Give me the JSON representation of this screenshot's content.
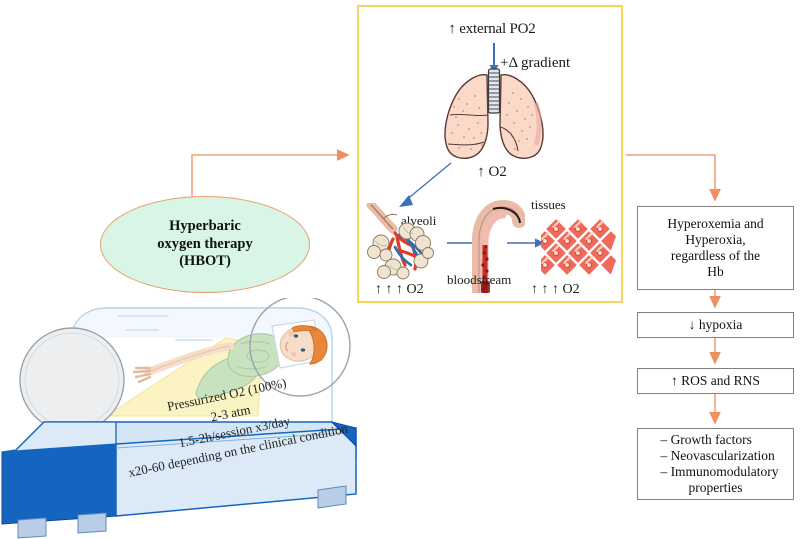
{
  "figure": {
    "title": "Hyperbaric oxygen therapy mechanism diagram"
  },
  "source": {
    "label": "Hyperbaric\noxygen therapy\n(HBOT)",
    "line1": "Hyperbaric",
    "line2": "oxygen therapy",
    "line3": "(HBOT)"
  },
  "chamber": {
    "caption_line1": "Pressurized O2 (100%)",
    "caption_line2": "2-3 atm",
    "caption_line3": "1.5-2h/session x3/day",
    "caption_line4": "x20-60 depending on the clinical condition"
  },
  "panel": {
    "external_po2": "↑ external PO2",
    "gradient": "+Δ gradient",
    "lung_o2": "↑ O2",
    "alveoli": "alveoli",
    "bloodstream": "bloodstream",
    "tissues": "tissues",
    "alveoli_o2": "↑ ↑ ↑ O2",
    "tissues_o2": "↑ ↑ ↑ O2"
  },
  "outcomes": {
    "box1_line1": "Hyperoxemia and",
    "box1_line2": "Hyperoxia,",
    "box1_line3": "regardless of the",
    "box1_line4": "Hb",
    "box2": "↓ hypoxia",
    "box3": "↑ ROS and RNS",
    "box4_line1": "– Growth factors",
    "box4_line2": "– Neovascularization",
    "box4_line3": "– Immunomodulatory",
    "box4_line4": "properties"
  },
  "colors": {
    "panel_border": "#f2d55c",
    "ellipse_fill": "#d8f5e6",
    "ellipse_border": "#e8a06a",
    "connector": "#f4a07a",
    "flowbox_border": "#808080",
    "blue_arrow": "#3f6fb5",
    "chamber_body": "#dceaf7",
    "chamber_base": "#1565c0",
    "mattress": "#fbf3c2",
    "gown": "#c8e2c0",
    "skin": "#f6ddc8",
    "hair": "#e8873a",
    "lung_fill": "#fad9c8",
    "tissue_fill": "#ef6a5a",
    "vessel_fill": "#d94a3d"
  }
}
